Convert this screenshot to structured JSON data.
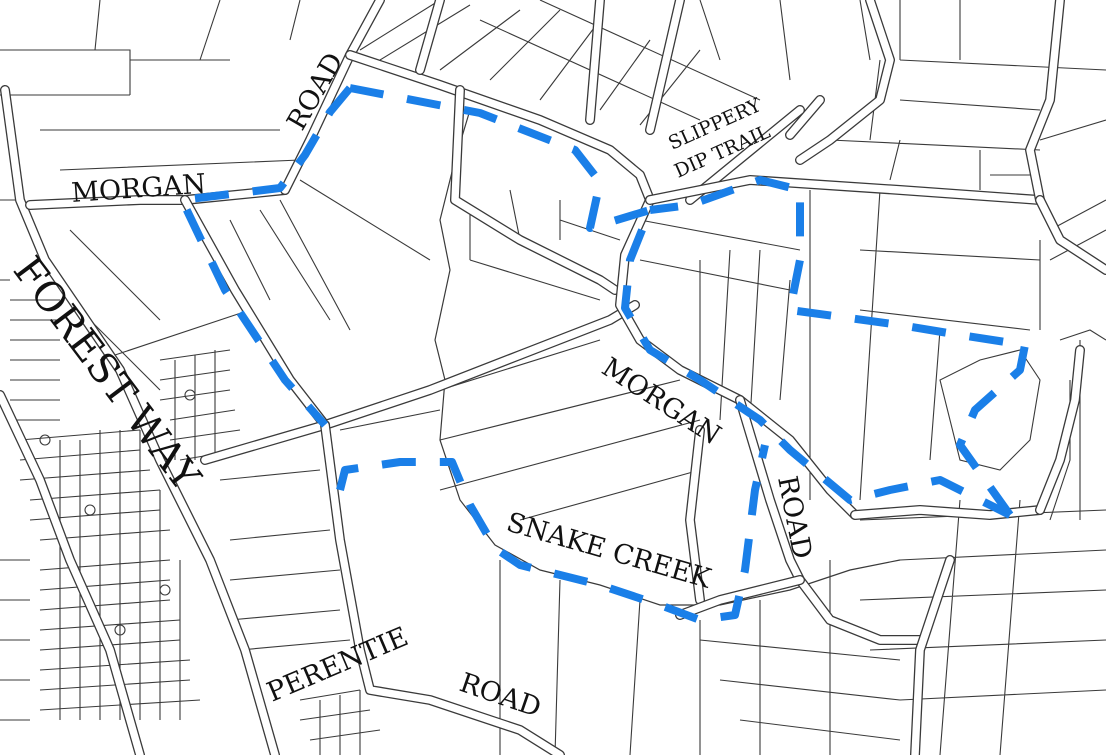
{
  "map": {
    "labels": {
      "forest_way": "FOREST WAY",
      "morgan_west": "MORGAN",
      "road_north": "ROAD",
      "slippery_line1": "SLIPPERY",
      "slippery_line2": "DIP TRAIL",
      "morgan_east": "MORGAN",
      "road_east": "ROAD",
      "snake_creek": "SNAKE CREEK",
      "perentie": "PERENTIE",
      "road_south": "ROAD"
    },
    "route_color": "#1a7fe8",
    "road_color": "#3a3a3a",
    "background_color": "#ffffff"
  }
}
